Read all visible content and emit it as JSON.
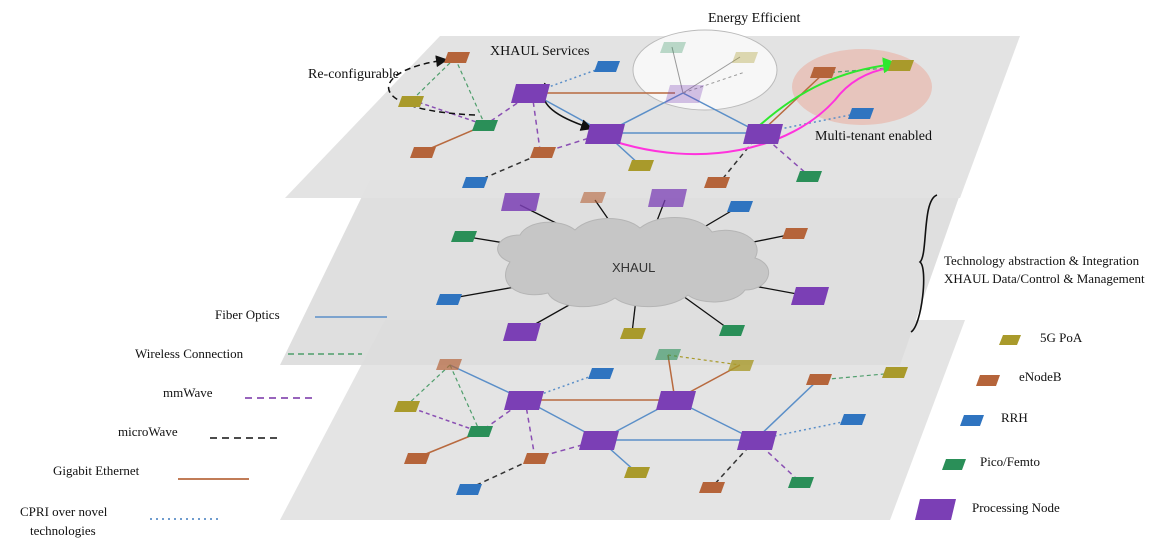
{
  "labels": {
    "energy_efficient": "Energy Efficient",
    "xhaul_services": "XHAUL Services",
    "re_configurable": "Re-configurable",
    "multi_tenant": "Multi-tenant enabled",
    "cloud": "XHAUL",
    "tech_line1": "Technology abstraction & Integration",
    "tech_line2": "XHAUL Data/Control & Management"
  },
  "link_legend": [
    {
      "label": "Fiber Optics",
      "color": "#5b8fc8",
      "dash": "none"
    },
    {
      "label": "Wireless Connection",
      "color": "#4f9e6c",
      "dash": "6,4"
    },
    {
      "label": "mmWave",
      "color": "#8a4fb3",
      "dash": "7,5"
    },
    {
      "label": "microWave",
      "color": "#333333",
      "dash": "7,5"
    },
    {
      "label": "Gigabit Ethernet",
      "color": "#b86a3f",
      "dash": "none"
    },
    {
      "label_line1": "CPRI over novel",
      "label_line2": "technologies",
      "color": "#5b8fc8",
      "dash": "2,4"
    }
  ],
  "node_legend": [
    {
      "label": "5G PoA",
      "color": "#a99a2b"
    },
    {
      "label": "eNodeB",
      "color": "#b5643a"
    },
    {
      "label": "RRH",
      "color": "#2f74c0"
    },
    {
      "label": "Pico/Femto",
      "color": "#2a8f58"
    },
    {
      "label": "Processing Node",
      "color": "#7b3fb5"
    }
  ],
  "colors": {
    "poa": "#a99a2b",
    "enodeb": "#b5643a",
    "rrh": "#2f74c0",
    "pico": "#2a8f58",
    "processing": "#7b3fb5",
    "plane": "#e2e2e2",
    "cloud": "#c9c9c9",
    "highlight_green": "#2ee82e",
    "highlight_magenta": "#ff33dd"
  }
}
